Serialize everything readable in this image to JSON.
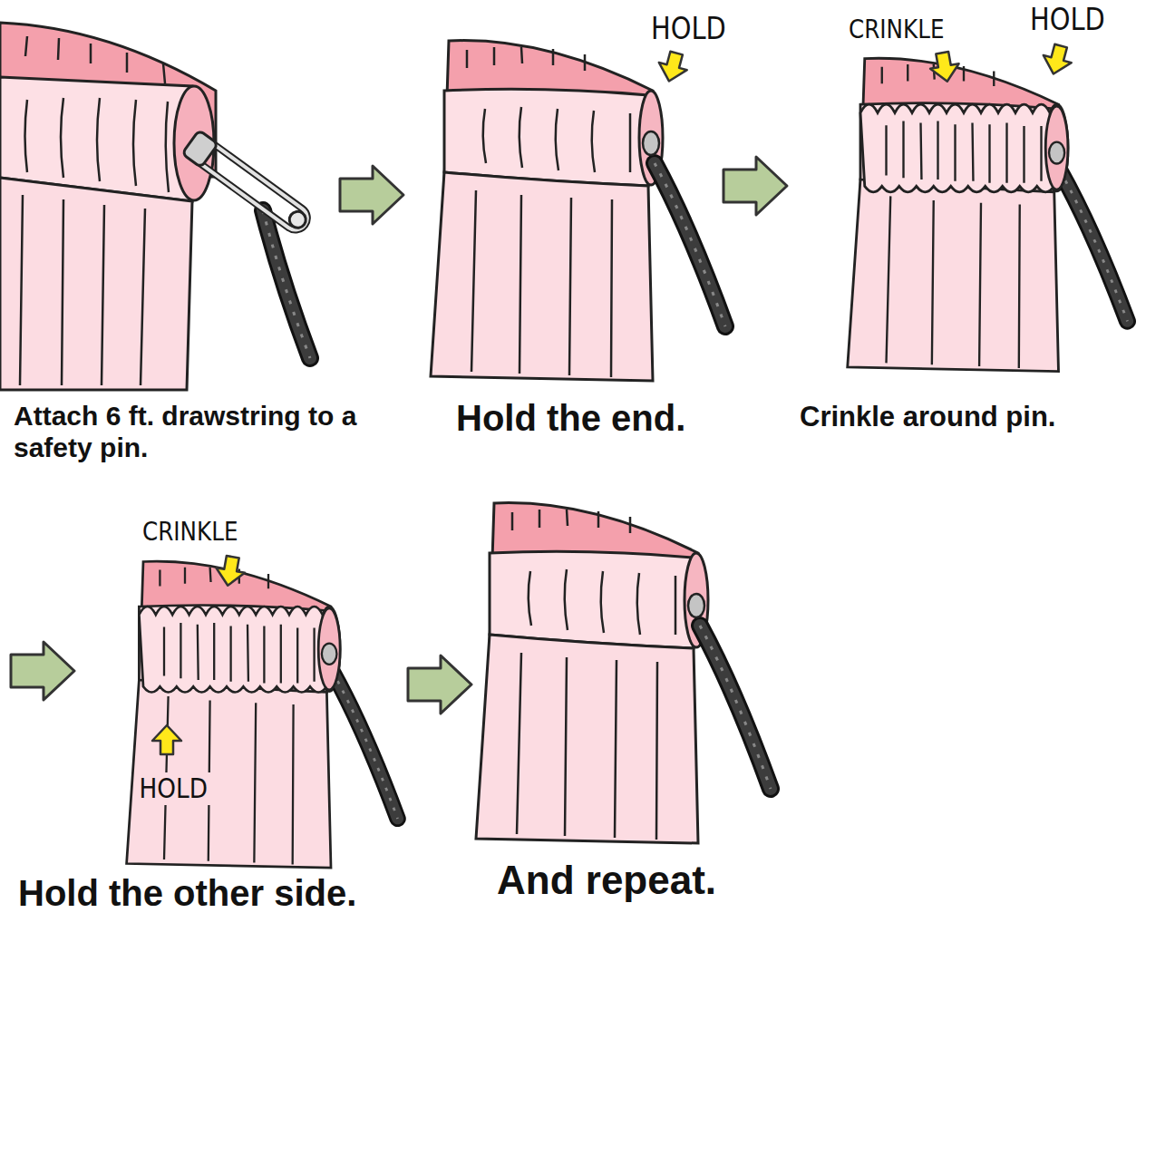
{
  "diagram": {
    "labels": [
      "Attach 6 ft. drawstring to a safety pin.",
      "HOLD",
      "Hold the end.",
      "CRINKLE",
      "HOLD",
      "Crinkle around pin.",
      "CRINKLE",
      "HOLD",
      "Hold the other side.",
      "And repeat."
    ]
  }
}
